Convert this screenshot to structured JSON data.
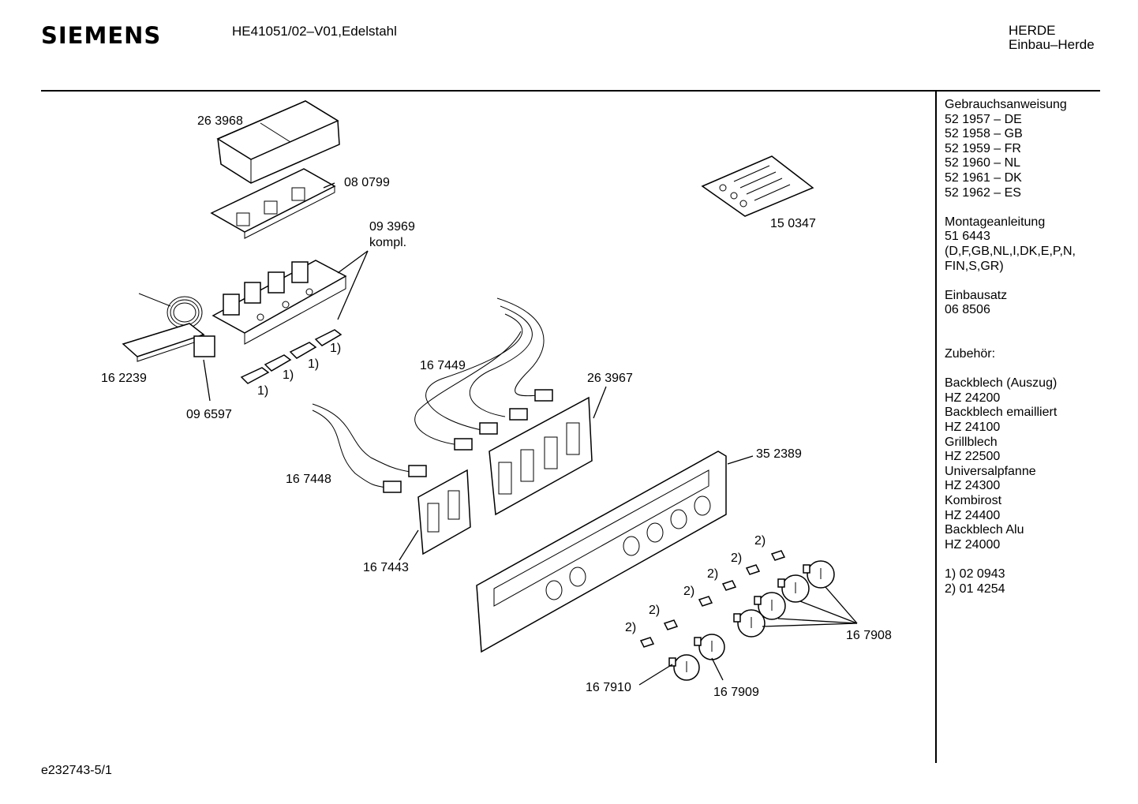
{
  "header": {
    "brand": "SIEMENS",
    "model": "HE41051/02–V01,Edelstahl",
    "category_1": "HERDE",
    "category_2": "Einbau–Herde"
  },
  "sidebar": {
    "lines": [
      "Gebrauchsanweisung",
      "52 1957 – DE",
      "52 1958 – GB",
      "52 1959 – FR",
      "52 1960 – NL",
      "52 1961 – DK",
      "52 1962 – ES",
      "",
      "Montageanleitung",
      "51 6443",
      "(D,F,GB,NL,I,DK,E,P,N,",
      "FIN,S,GR)",
      "",
      "Einbausatz",
      "06 8506",
      "",
      "",
      "Zubehör:",
      "",
      "Backblech (Auszug)",
      "HZ 24200",
      "Backblech emailliert",
      "HZ 24100",
      "Grillblech",
      "HZ 22500",
      "Universalpfanne",
      "HZ 24300",
      "Kombirost",
      "HZ 24400",
      "Backblech Alu",
      "HZ 24000",
      "",
      "1)  02 0943",
      "2)  01 4254"
    ]
  },
  "diagram": {
    "labels": {
      "p263968": "26 3968",
      "p080799": "08 0799",
      "p093969": "09 3969",
      "kompl": "kompl.",
      "p150347": "15 0347",
      "p162239": "16 2239",
      "p096597": "09 6597",
      "p167449": "16 7449",
      "p263967": "26 3967",
      "p167448": "16 7448",
      "p352389": "35 2389",
      "p167443": "16 7443",
      "p167908": "16 7908",
      "p167910": "16 7910",
      "p167909": "16 7909",
      "n1": "1)",
      "n2": "2)"
    }
  },
  "footer": {
    "code": "e232743-5/1"
  }
}
